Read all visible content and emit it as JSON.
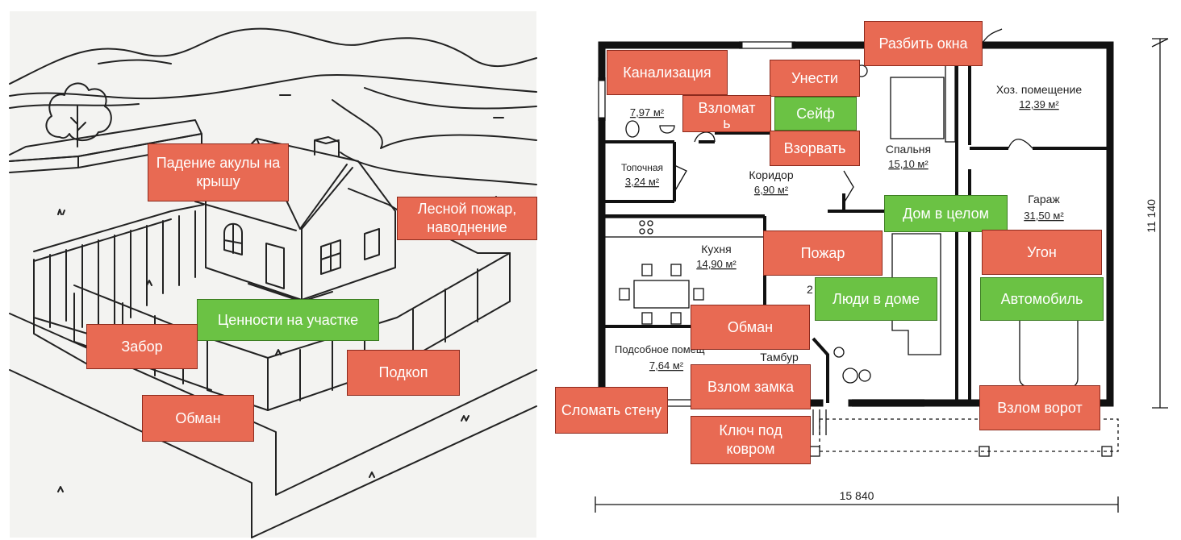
{
  "colors": {
    "threat": "#e86a53",
    "asset": "#6bc244",
    "line": "#222222",
    "left_bg": "#f3f3f1"
  },
  "left_labels": {
    "shark": "Падение акулы на крышу",
    "forest_fire": "Лесной пожар, наводнение",
    "fence": "Забор",
    "valuables_on_site": "Ценности на участке",
    "dig_under": "Подкоп",
    "deception": "Обман"
  },
  "right_labels": {
    "break_windows": "Разбить окна",
    "sewer": "Канализация",
    "carry_away": "Унести",
    "hack": "Взломать",
    "safe": "Сейф",
    "blow_up": "Взорвать",
    "house_whole": "Дом в целом",
    "fire": "Пожар",
    "theft": "Угон",
    "people_home": "Люди в доме",
    "car": "Автомобиль",
    "deception": "Обман",
    "lock_break": "Взлом замка",
    "break_wall": "Сломать стену",
    "key_under_rug": "Ключ под ковром",
    "gate_break": "Взлом ворот"
  },
  "plan": {
    "rooms": {
      "bathroom_area": "7,97 м²",
      "utility_room": "Хоз. помещение",
      "utility_area": "12,39 м²",
      "boiler_room": "Топочная",
      "boiler_area": "3,24 м²",
      "corridor": "Коридор",
      "corridor_area": "6,90 м²",
      "bedroom": "Спальня",
      "bedroom_area": "15,10 м²",
      "garage": "Гараж",
      "garage_area": "31,50 м²",
      "kitchen": "Кухня",
      "kitchen_area": "14,90 м²",
      "pantry": "Подсобное помещ",
      "pantry_area": "7,64 м²",
      "vestibule": "Тамбур",
      "living_fragment": "2"
    },
    "dim_width": "15 840",
    "dim_height": "11 140"
  }
}
